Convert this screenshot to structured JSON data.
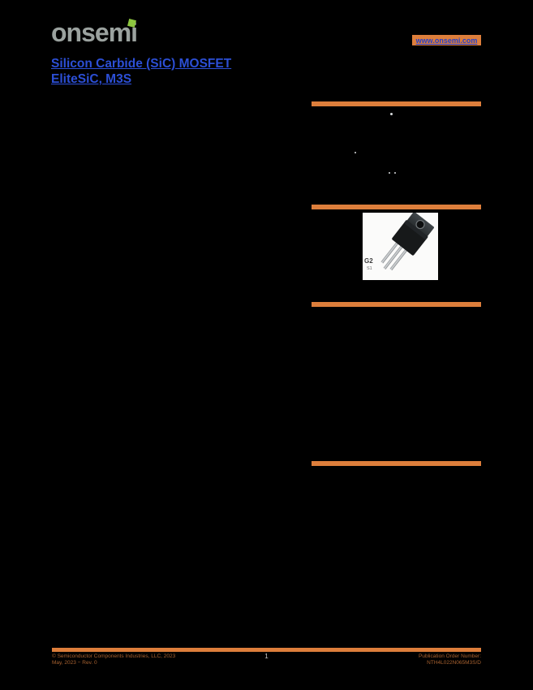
{
  "page": {
    "background": "#000000",
    "page_number": "1"
  },
  "header": {
    "logo_text": "onsemi",
    "website_link": "www.onsemi.com"
  },
  "title": {
    "line1": "Silicon Carbide (SiC) MOSFET",
    "line2": "EliteSiC, M3S"
  },
  "package_photo": {
    "pin_label": "G2",
    "case_label": "S1"
  },
  "footer": {
    "copyright_line1": "© Semiconductor Components Industries, LLC, 2023",
    "copyright_line2": "May, 2023 − Rev. 0",
    "pub_label": "Publication Order Number:",
    "pub_number": "NTH4L022N065M3S/D"
  },
  "colors": {
    "accent_orange": "#DD7E3B",
    "link_blue": "#2C4FD6",
    "title_blue": "#2C4FD6",
    "logo_green": "#8DC63F",
    "logo_gray": "#9BA29F"
  }
}
